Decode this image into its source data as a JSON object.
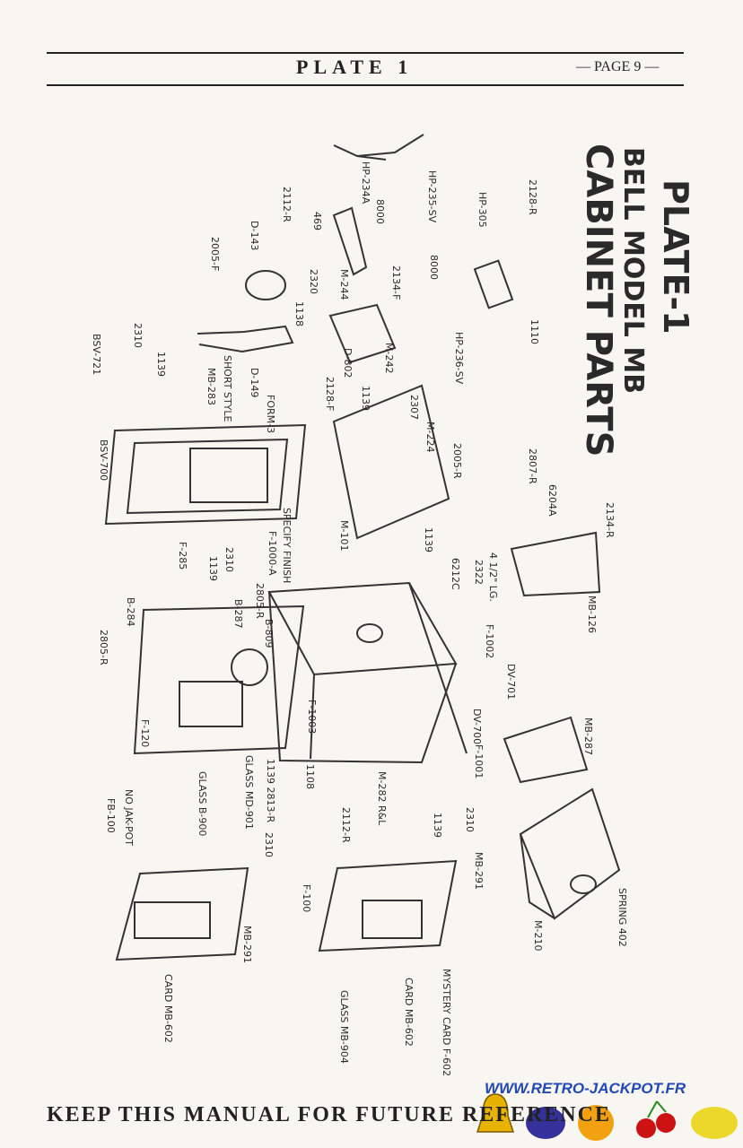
{
  "header": {
    "plate": "PLATE 1",
    "page": "— PAGE 9 —"
  },
  "diagram": {
    "title_lines": [
      "CABINET PARTS",
      "BELL MODEL MB",
      "PLATE-1"
    ],
    "labels": {
      "hp234a": "HP-234A",
      "p469": "469",
      "p2112r_top": "2112-R",
      "p8000_a": "8000",
      "hp235sv": "HP-235-SV",
      "hp305": "HP-305",
      "p2128r": "2128-R",
      "p2005f": "2005-F",
      "d143": "D-143",
      "p1138": "1138",
      "p2320": "2320",
      "m244": "M-244",
      "p2134f": "2134-F",
      "p8000_b": "8000",
      "bsv721": "BSV-721",
      "p2310_top": "2310",
      "p1139_top": "1139",
      "mb283": "MB-283",
      "short_style": "SHORT STYLE",
      "d149": "D-149",
      "form3": "FORM-3",
      "p2128f": "2128-F",
      "d802": "D-802",
      "p1139_mid": "1139",
      "m242": "M-242",
      "p2307": "2307",
      "hp236sv": "HP-236-SV",
      "p1110": "1110",
      "bsv700": "BSV-700",
      "m224": "M-224",
      "p2005r": "2005-R",
      "p2807r": "2807-R",
      "p6204a": "6204A",
      "p2134r": "2134-R",
      "f1000a": "F-1000-A",
      "specify_finish": "SPECIFY FINISH",
      "m101": "M-101",
      "p1139_b": "1139",
      "p6212c": "6212C",
      "p2322": "2322",
      "p4_5lg": "4 1/2\" LG.",
      "mb126": "MB-126",
      "f285": "F-285",
      "p1139_c": "1139",
      "p2310_c": "2310",
      "p2805r_a": "2805-R",
      "b287": "B-287",
      "b809": "B-809",
      "f1002": "F-1002",
      "dv701": "DV-701",
      "b284": "B-284",
      "p2805r_b": "2805-R",
      "f1003": "F-1003",
      "dv700": "DV-700",
      "mb287": "MB-287",
      "f1001": "F-1001",
      "f120": "F-120",
      "glass_b900": "GLASS B-900",
      "glass_md901": "GLASS MD-901",
      "p1139_2813r": "1139 2813-R",
      "p1108": "1108",
      "m282": "M-282 R&L",
      "p1139_d": "1139",
      "p2310_d": "2310",
      "p2112r_b": "2112-R",
      "fb100": "FB-100",
      "no_jak_pot": "NO JAK-POT",
      "p2310_e": "2310",
      "f100": "F-100",
      "mb291_a": "MB-291",
      "mb291_b": "MB-291",
      "m210": "M-210",
      "spring402": "SPRING 402",
      "card_mb602_a": "CARD MB-602",
      "glass_mb904": "GLASS MB-904",
      "card_mb602_b": "CARD MB-602",
      "mystery_card": "MYSTERY CARD F-602"
    }
  },
  "footer": {
    "text": "KEEP THIS MANUAL FOR FUTURE REFERENCE",
    "url": "WWW.RETRO-JACKPOT.FR"
  },
  "colors": {
    "paper": "#f7f6f1",
    "ink": "#222222",
    "url": "#2348b6"
  }
}
